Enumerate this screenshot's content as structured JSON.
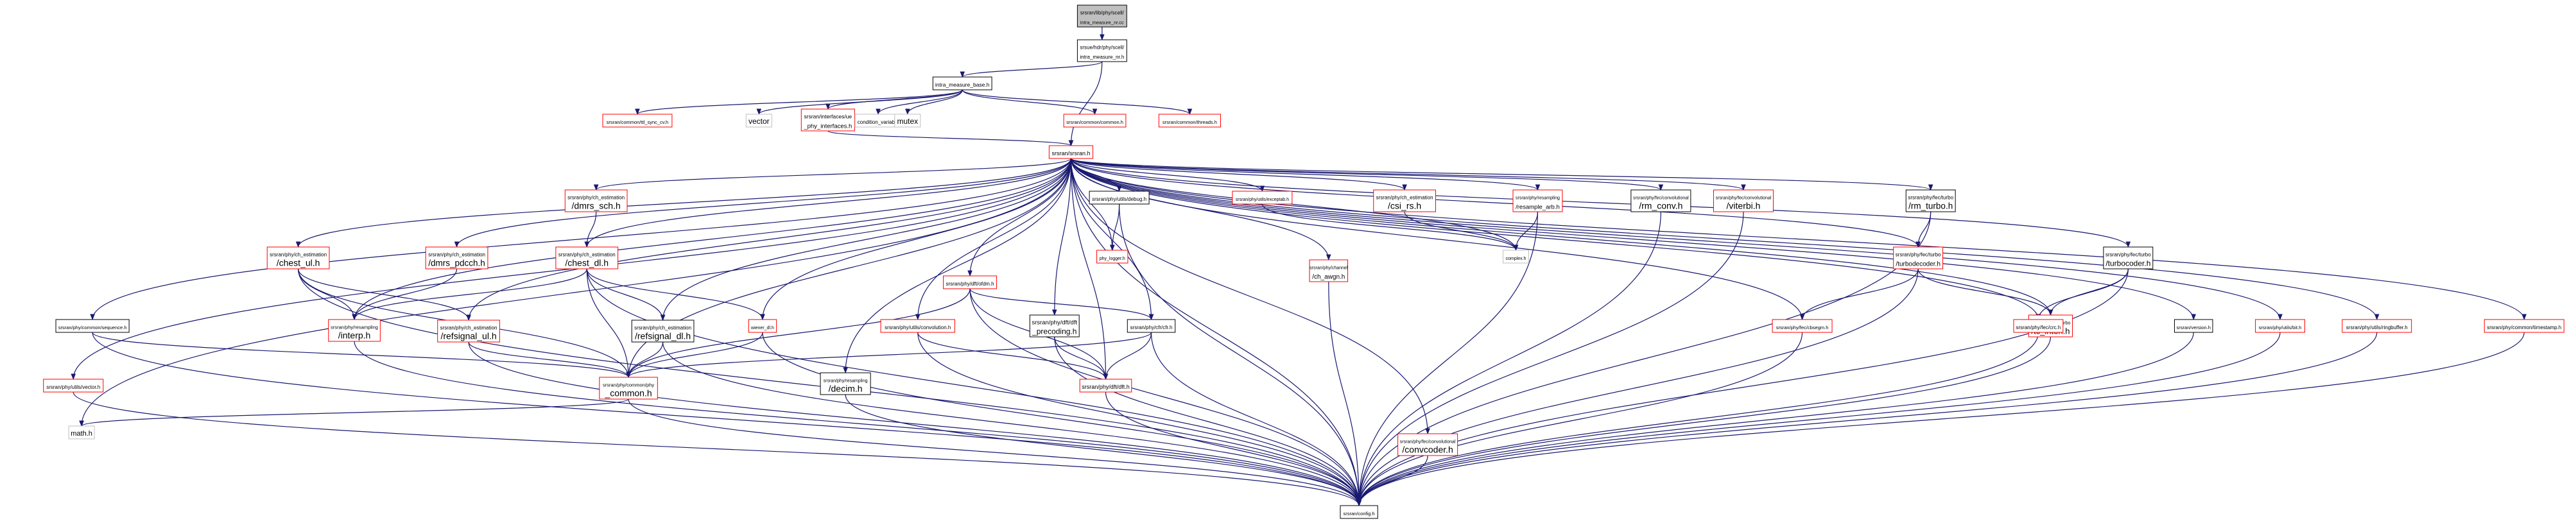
{
  "diagram": {
    "type": "include-dependency-graph",
    "colors": {
      "edge": "#191970",
      "node_border_default": "#000000",
      "node_border_missing": "#ff0000",
      "node_border_system": "#bfbfbf",
      "root_fill": "#bfbfbf"
    },
    "nodes": {
      "root": {
        "lines": [
          "srsran/lib/phy/scell/",
          "intra_measure_nr.cc"
        ]
      },
      "intra_nr_h": {
        "lines": [
          "srsue/hdr/phy/scell/",
          "intra_measure_nr.h"
        ]
      },
      "intra_base": {
        "lines": [
          "intra_measure_base.h"
        ]
      },
      "ttl_sync": {
        "lines": [
          "srsran/common/ttl_sync_cv.h"
        ]
      },
      "vector": {
        "lines": [
          "vector"
        ]
      },
      "ue_phy_if": {
        "lines": [
          "srsran/interfaces/ue",
          "_phy_interfaces.h"
        ]
      },
      "cond_var": {
        "lines": [
          "condition_variable"
        ]
      },
      "mutex": {
        "lines": [
          "mutex"
        ]
      },
      "common_h": {
        "lines": [
          "srsran/common/common.h"
        ]
      },
      "threads_h": {
        "lines": [
          "srsran/common/threads.h"
        ]
      },
      "srsran_h": {
        "lines": [
          "srsran/srsran.h"
        ]
      },
      "sequence_h": {
        "lines": [
          "srsran/phy/common/sequence.h"
        ]
      },
      "chest_ul": {
        "lines": [
          "srsran/phy/ch_estimation",
          "/chest_ul.h"
        ]
      },
      "dmrs_pdcch": {
        "lines": [
          "srsran/phy/ch_estimation",
          "/dmrs_pdcch.h"
        ]
      },
      "dmrs_sch": {
        "lines": [
          "srsran/phy/ch_estimation",
          "/dmrs_sch.h"
        ]
      },
      "chest_dl": {
        "lines": [
          "srsran/phy/ch_estimation",
          "/chest_dl.h"
        ]
      },
      "refsignal_dl": {
        "lines": [
          "srsran/phy/ch_estimation",
          "/refsignal_dl.h"
        ]
      },
      "refsignal_ul": {
        "lines": [
          "srsran/phy/ch_estimation",
          "/refsignal_ul.h"
        ]
      },
      "interp": {
        "lines": [
          "srsran/phy/resampling",
          "/interp.h"
        ]
      },
      "wiener": {
        "lines": [
          "wiener_dl.h"
        ]
      },
      "phy_common": {
        "lines": [
          "srsran/phy/common/phy",
          "_common.h"
        ]
      },
      "vector_h": {
        "lines": [
          "srsran/phy/utils/vector.h"
        ]
      },
      "math_h": {
        "lines": [
          "math.h"
        ]
      },
      "ofdm": {
        "lines": [
          "srsran/phy/dft/ofdm.h"
        ]
      },
      "convolution": {
        "lines": [
          "srsran/phy/utils/convolution.h"
        ]
      },
      "dft_precoding": {
        "lines": [
          "srsran/phy/dft/dft",
          "_precoding.h"
        ]
      },
      "cfr": {
        "lines": [
          "srsran/phy/cfr/cfr.h"
        ]
      },
      "dft_h": {
        "lines": [
          "srsran/phy/dft/dft.h"
        ]
      },
      "decim": {
        "lines": [
          "srsran/phy/resampling",
          "/decim.h"
        ]
      },
      "debug_h": {
        "lines": [
          "srsran/phy/utils/debug.h"
        ]
      },
      "phy_logger": {
        "lines": [
          "phy_logger.h"
        ]
      },
      "csi_rs": {
        "lines": [
          "srsran/phy/ch_estimation",
          "/csi_rs.h"
        ]
      },
      "exception": {
        "lines": [
          "srsran/phy/utils/exceptab.h"
        ]
      },
      "awgn": {
        "lines": [
          "srsran/phy/channel",
          "/ch_awgn.h"
        ]
      },
      "resample_arb": {
        "lines": [
          "srsran/phy/resampling",
          "/resample_arb.h"
        ]
      },
      "complex_h": {
        "lines": [
          "complex.h"
        ]
      },
      "rm_conv": {
        "lines": [
          "srsran/phy/fec/convolutional",
          "/rm_conv.h"
        ]
      },
      "viterbi": {
        "lines": [
          "srsran/phy/fec/convolutional",
          "/viterbi.h"
        ]
      },
      "convcoder": {
        "lines": [
          "srsran/phy/fec/convolutional",
          "/convcoder.h"
        ]
      },
      "rm_turbo": {
        "lines": [
          "srsran/phy/fec/turbo",
          "/rm_turbo.h"
        ]
      },
      "turbodecoder": {
        "lines": [
          "srsran/phy/fec/turbo",
          "/turbodecoder.h"
        ]
      },
      "turbocoder": {
        "lines": [
          "srsran/phy/fec/turbo",
          "/turbocoder.h"
        ]
      },
      "cbsegm": {
        "lines": [
          "srsran/phy/fec/cbsegm.h"
        ]
      },
      "tc_interl": {
        "lines": [
          "srsran/phy/fec/turbo",
          "/tc_interl.h"
        ]
      },
      "crc_h": {
        "lines": [
          "srsran/phy/fec/crc.h"
        ]
      },
      "version_h": {
        "lines": [
          "srsran/version.h"
        ]
      },
      "bit_h": {
        "lines": [
          "srsran/phy/utils/bit.h"
        ]
      },
      "ringbuffer": {
        "lines": [
          "srsran/phy/utils/ringbuffer.h"
        ]
      },
      "timestamp": {
        "lines": [
          "srsran/phy/common/timestamp.h"
        ]
      },
      "config_h": {
        "lines": [
          "srsran/config.h"
        ]
      }
    }
  }
}
